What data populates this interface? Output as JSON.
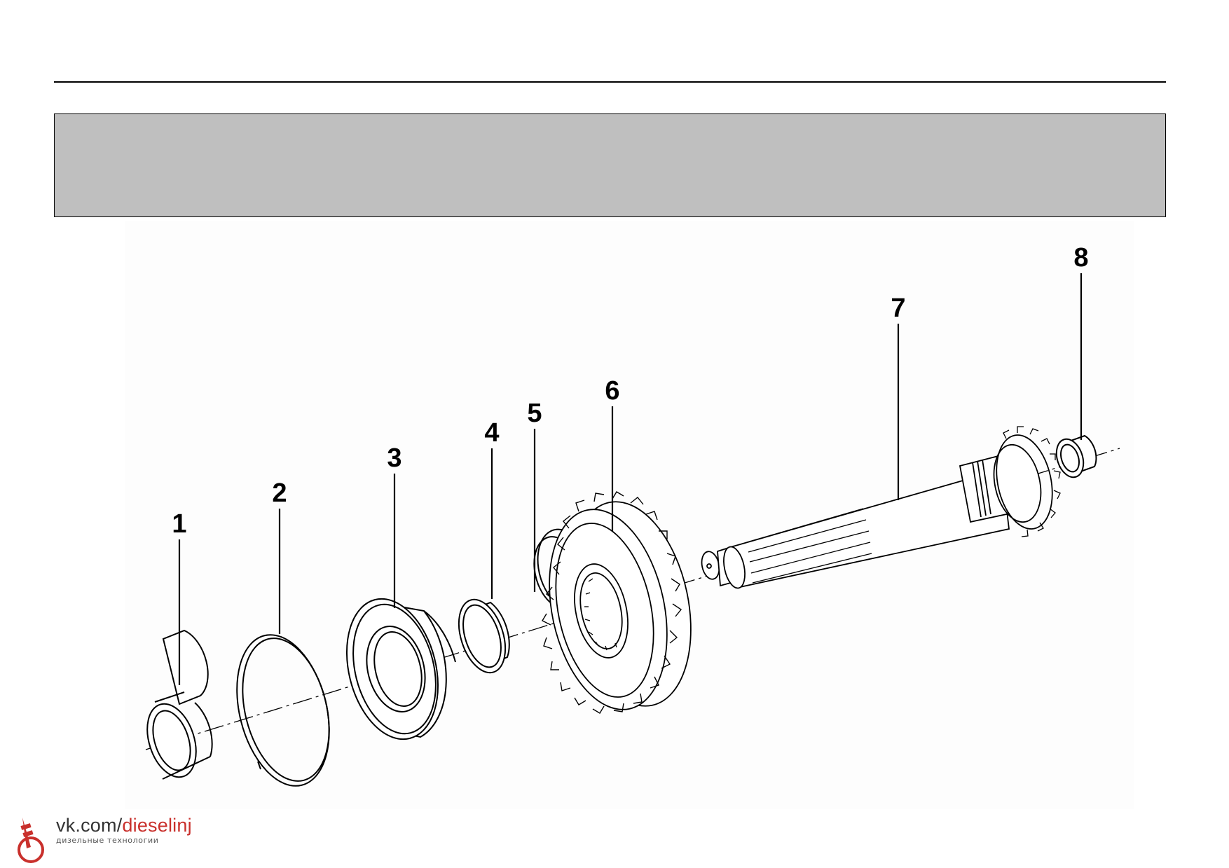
{
  "callouts": [
    {
      "id": "1",
      "label": "1"
    },
    {
      "id": "2",
      "label": "2"
    },
    {
      "id": "3",
      "label": "3"
    },
    {
      "id": "4",
      "label": "4"
    },
    {
      "id": "5",
      "label": "5"
    },
    {
      "id": "6",
      "label": "6"
    },
    {
      "id": "7",
      "label": "7"
    },
    {
      "id": "8",
      "label": "8"
    }
  ],
  "watermark": {
    "url_prefix": "vk.com/",
    "url_handle": "dieselinj",
    "tagline": "дизельные технологии",
    "brand_color": "#c9302c"
  },
  "colors": {
    "header_band": "#bfbfbf",
    "line": "#000000"
  }
}
